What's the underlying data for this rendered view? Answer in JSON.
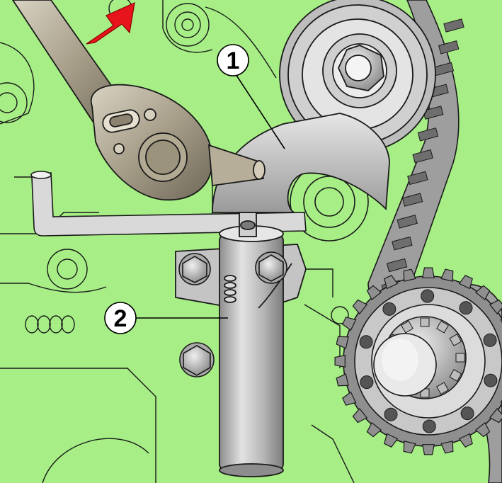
{
  "diagram": {
    "callouts": [
      {
        "id": "1",
        "label": "1"
      },
      {
        "id": "2",
        "label": "2"
      }
    ],
    "colors": {
      "background": "#a6ee85",
      "arrow": "#e8141b",
      "metal": "#b9b9b9",
      "wrench": "#a8a090",
      "line": "#1a1a1a"
    },
    "icons": {
      "direction_arrow": "red-arrow-up-right-icon"
    }
  }
}
